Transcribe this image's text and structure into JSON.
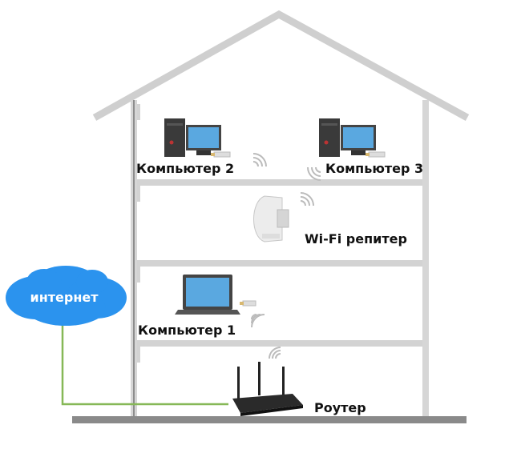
{
  "labels": {
    "computer2": "Компьютер 2",
    "computer3": "Компьютер 3",
    "repeater": "Wi-Fi репитер",
    "computer1": "Компьютер 1",
    "router": "Роутер",
    "internet": "интернет"
  },
  "colors": {
    "house": "#d0d0d0",
    "cloud": "#2b93ee",
    "cable": "#86b857",
    "ground": "#8a8a8a"
  }
}
